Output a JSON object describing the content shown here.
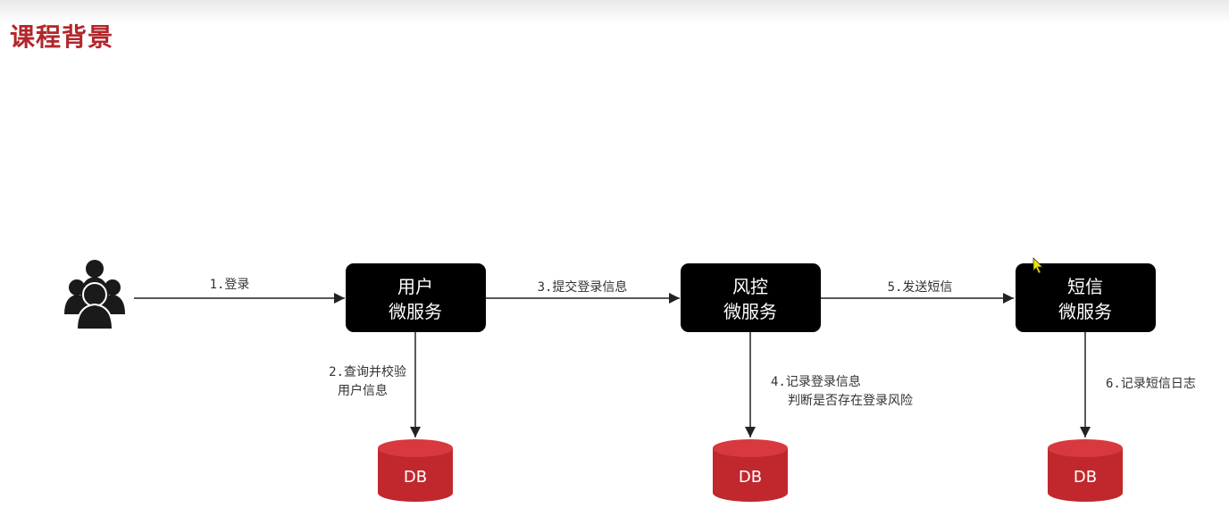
{
  "title": "课程背景",
  "colors": {
    "title": "#b3262b",
    "service_box": "#000000",
    "db": "#c0282d",
    "db_top": "#d8393e",
    "arrow": "#222222"
  },
  "actor": {
    "icon": "users-group-icon"
  },
  "services": [
    {
      "line1": "用户",
      "line2": "微服务"
    },
    {
      "line1": "风控",
      "line2": "微服务"
    },
    {
      "line1": "短信",
      "line2": "微服务"
    }
  ],
  "edges": {
    "login": "1.登录",
    "submit_login_info": "3.提交登录信息",
    "send_sms": "5.发送短信",
    "query_user_line1": "2.查询并校验",
    "query_user_line2": "用户信息",
    "record_login_line1": "4.记录登录信息",
    "record_login_line2": "判断是否存在登录风险",
    "record_sms_log": "6.记录短信日志"
  },
  "databases": [
    {
      "label": "DB"
    },
    {
      "label": "DB"
    },
    {
      "label": "DB"
    }
  ],
  "cursor": {
    "icon": "mouse-cursor-icon"
  }
}
